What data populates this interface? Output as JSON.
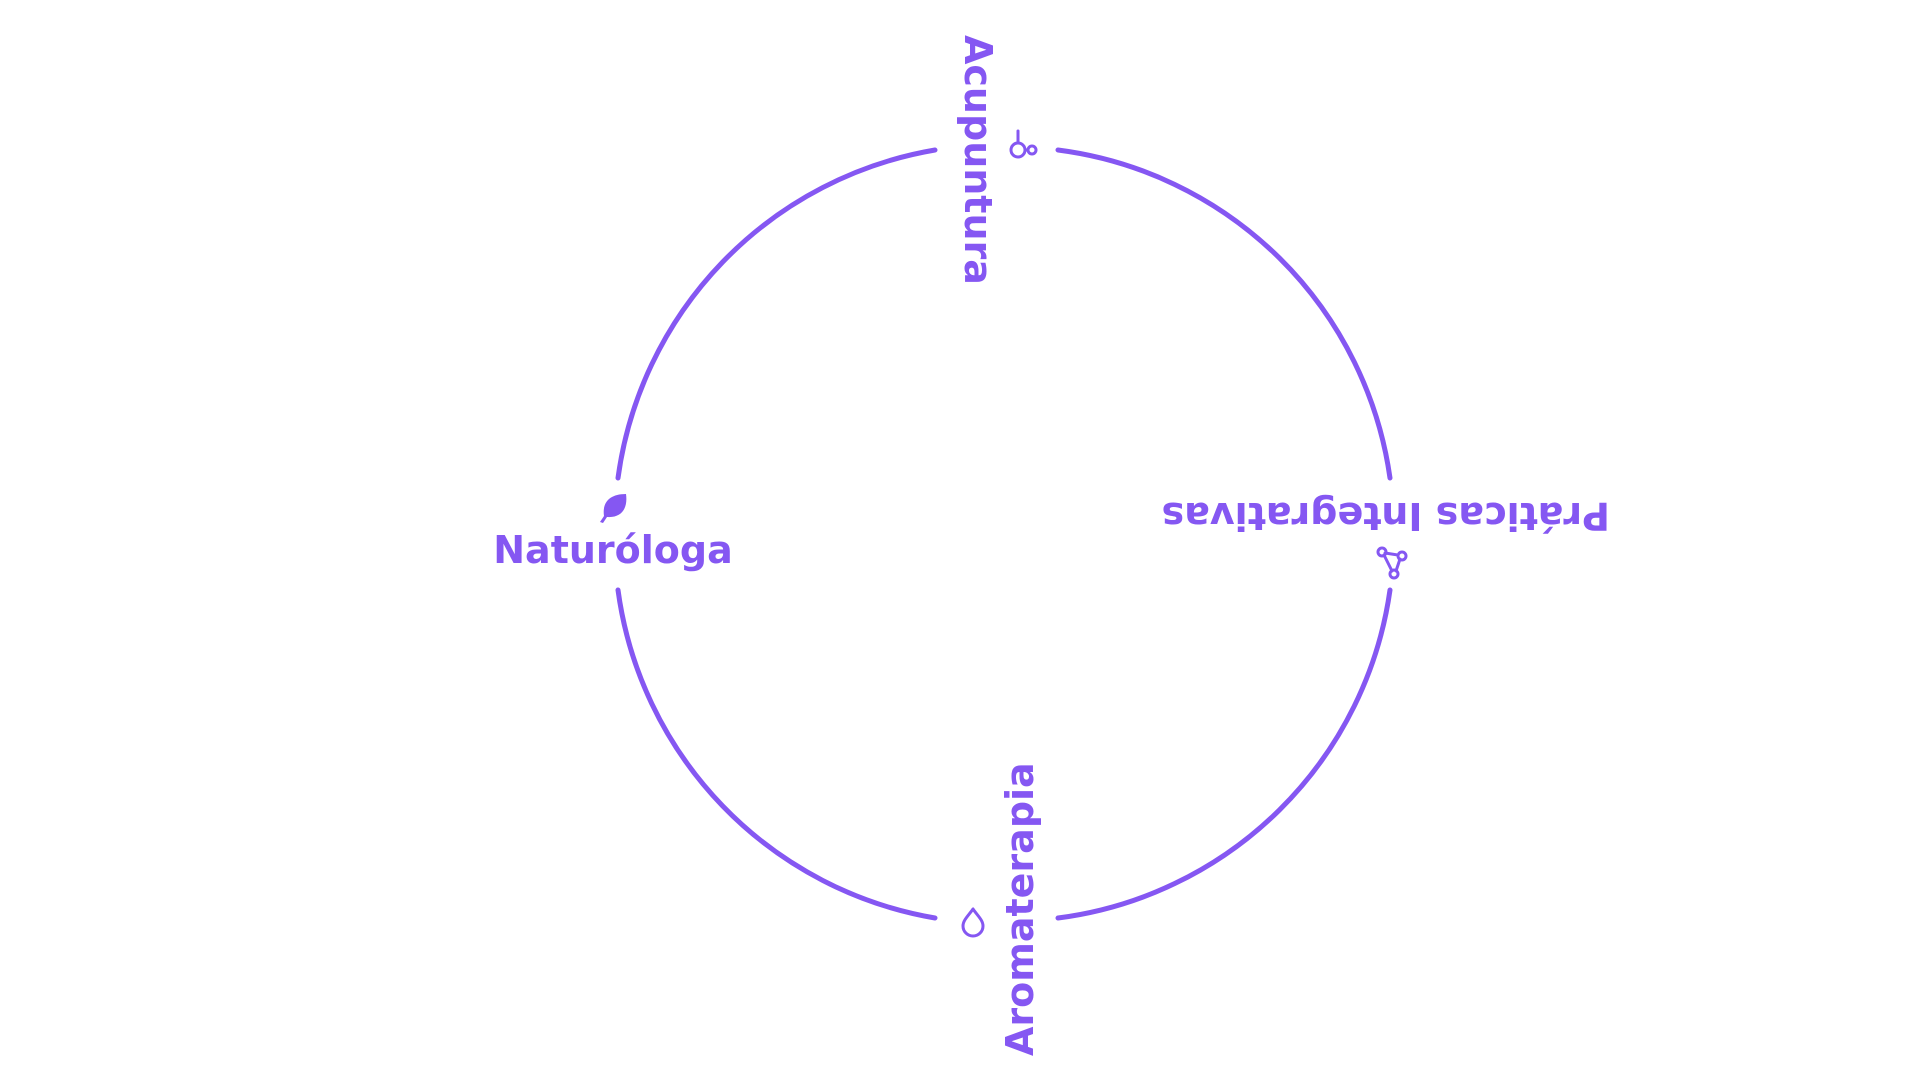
{
  "colors": {
    "accent": "#8557f2",
    "background": "#ffffff"
  },
  "nodes": [
    {
      "id": "acupuntura",
      "label": "Acupuntura",
      "icon": "acupuncture-needle-icon"
    },
    {
      "id": "praticas",
      "label": "Práticas Integrativas",
      "icon": "molecule-icon"
    },
    {
      "id": "aromaterapia",
      "label": "Aromaterapia",
      "icon": "droplet-icon"
    },
    {
      "id": "naturologa",
      "label": "Naturóloga",
      "icon": "leaf-icon"
    }
  ]
}
